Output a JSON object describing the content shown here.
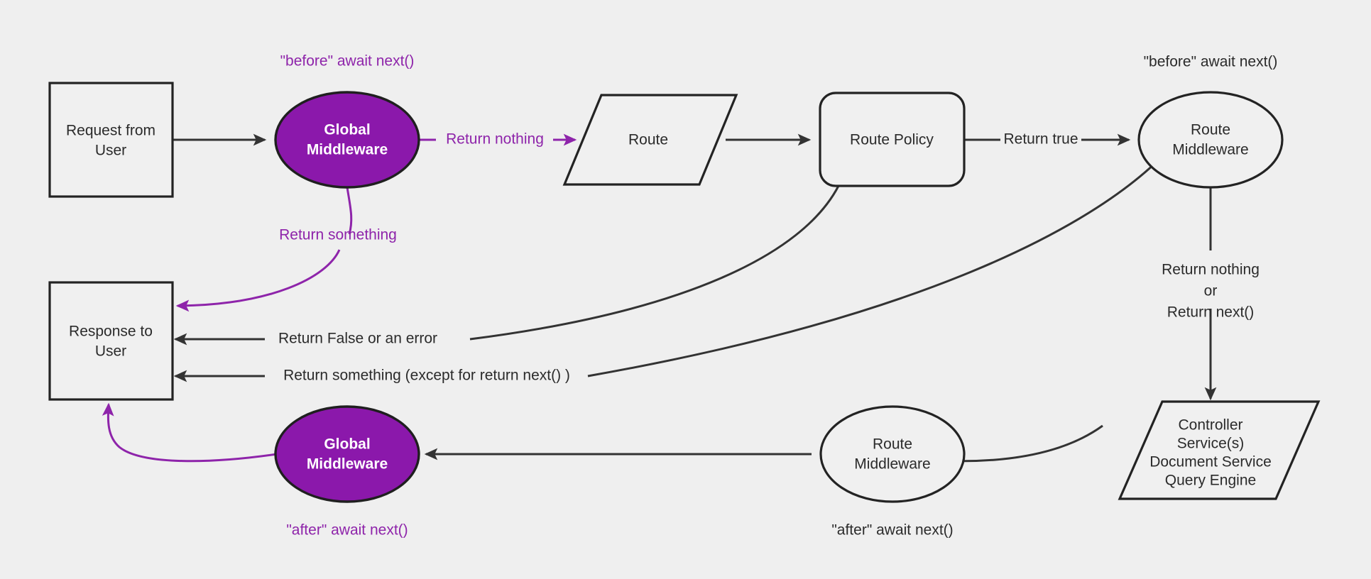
{
  "diagram": {
    "title": "Middleware request lifecycle flow",
    "background_color": "#efefef",
    "accent_purple": "#8b18ab",
    "text_purple": "#8e24aa",
    "stroke_color": "#333333"
  },
  "nodes": {
    "request_from_user": {
      "line1": "Request from",
      "line2": "User",
      "shape": "rectangle"
    },
    "global_middleware_top": {
      "line1": "Global",
      "line2": "Middleware",
      "shape": "ellipse-filled"
    },
    "route": {
      "line1": "Route",
      "shape": "parallelogram"
    },
    "route_policy": {
      "line1": "Route Policy",
      "shape": "rounded-rectangle"
    },
    "route_middleware_top": {
      "line1": "Route",
      "line2": "Middleware",
      "shape": "ellipse"
    },
    "controller": {
      "line1": "Controller",
      "line2": "Service(s)",
      "line3": "Document Service",
      "line4": "Query Engine",
      "shape": "parallelogram"
    },
    "route_middleware_bottom": {
      "line1": "Route",
      "line2": "Middleware",
      "shape": "ellipse"
    },
    "global_middleware_bottom": {
      "line1": "Global",
      "line2": "Middleware",
      "shape": "ellipse-filled"
    },
    "response_to_user": {
      "line1": "Response to",
      "line2": "User",
      "shape": "rectangle"
    }
  },
  "edge_labels": {
    "return_nothing": "Return nothing",
    "return_something": "Return something",
    "return_true": "Return true",
    "return_false_or_error": "Return False or an error",
    "return_something_except_next": "Return something (except for return next() )",
    "return_nothing_or_l1": "Return nothing",
    "return_nothing_or_l2": "or",
    "return_nothing_or_l3": "Return next()"
  },
  "annotations": {
    "before_await_next_left": "\"before\" await next()",
    "before_await_next_right": "\"before\" await next()",
    "after_await_next_left": "\"after\" await next()",
    "after_await_next_right": "\"after\" await next()"
  }
}
